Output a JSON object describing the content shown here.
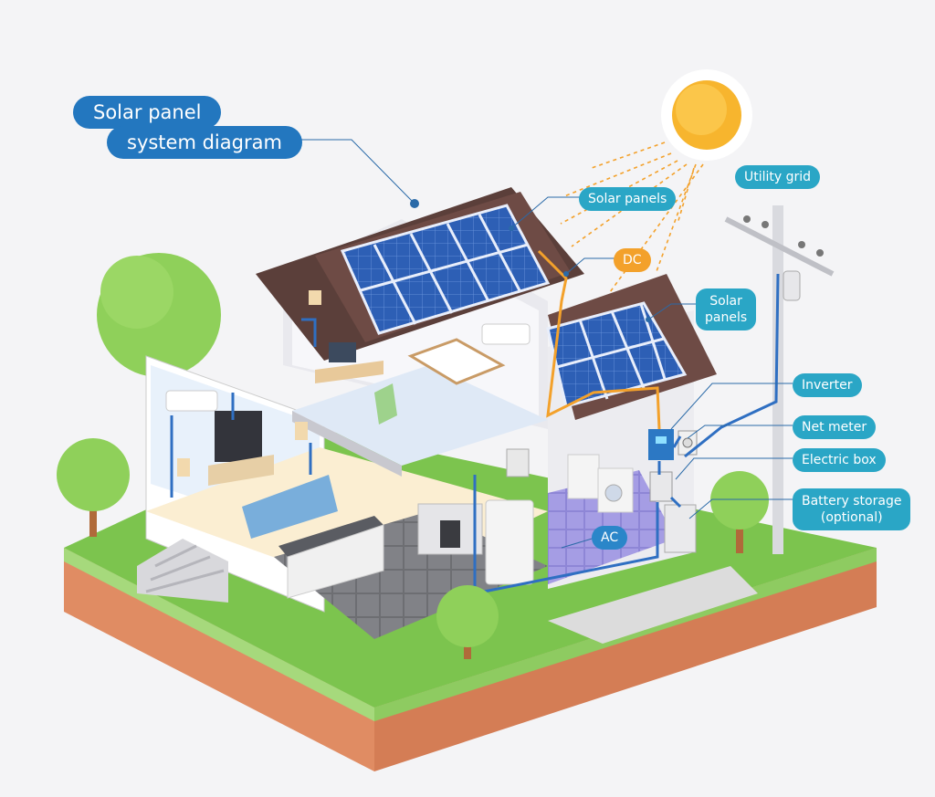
{
  "title": {
    "line1": "Solar panel",
    "line2": "system diagram"
  },
  "labels": {
    "utility_grid": "Utility grid",
    "solar_panels_top": "Solar panels",
    "dc": "DC",
    "solar_panels_right_line1": "Solar",
    "solar_panels_right_line2": "panels",
    "inverter": "Inverter",
    "net_meter": "Net meter",
    "electric_box": "Electric box",
    "battery_line1": "Battery storage",
    "battery_line2": "(optional)",
    "ac": "AC"
  },
  "colors": {
    "label_teal": "#2aa6c6",
    "dc_orange": "#f3a12b",
    "title_blue": "#2377bf",
    "wire_blue": "#2f6fc2",
    "wire_orange": "#f3a12b",
    "panel_blue": "#2a5fb8",
    "grass": "#79c24a",
    "soil": "#e2916a",
    "sun": "#f7b52e"
  }
}
